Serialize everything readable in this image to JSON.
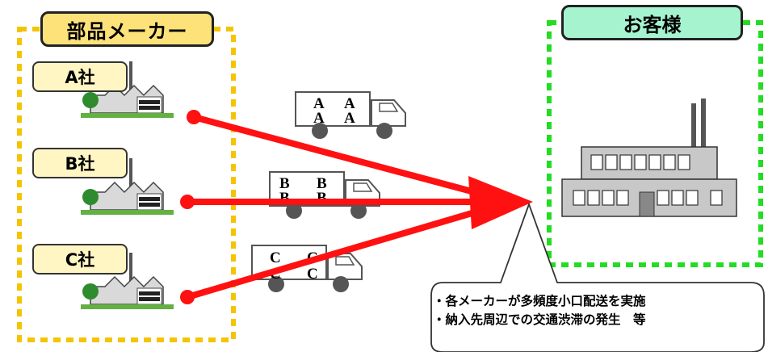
{
  "makers": {
    "title": "部品メーカー",
    "companies": [
      {
        "label": "A社",
        "truck_letter": "A"
      },
      {
        "label": "B社",
        "truck_letter": "B"
      },
      {
        "label": "C社",
        "truck_letter": "C"
      }
    ]
  },
  "customer": {
    "title": "お客様"
  },
  "note": {
    "line1": "・各メーカーが多頻度小口配送を実施",
    "line2": "・納入先周辺での交通渋滞の発生　等"
  },
  "colors": {
    "maker_border": "#f5c400",
    "customer_border": "#22dd22",
    "arrow": "#ff1111",
    "maker_title_bg": "#fde27a",
    "customer_title_bg": "#a6f3d0",
    "company_label_bg": "#fff6c4"
  },
  "icons": [
    "factory-icon",
    "truck-icon",
    "customer-factory-icon"
  ]
}
